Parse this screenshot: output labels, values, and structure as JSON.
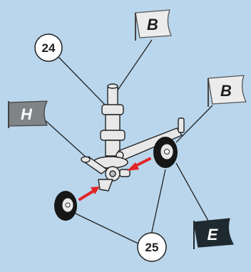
{
  "diagram": {
    "background_color": "#b9d6ec",
    "callouts": [
      {
        "id": "callout-24",
        "text": "24"
      },
      {
        "id": "callout-25",
        "text": "25"
      }
    ],
    "flags": [
      {
        "id": "flag-b-top",
        "text": "B",
        "style": "light"
      },
      {
        "id": "flag-b-right",
        "text": "B",
        "style": "light"
      },
      {
        "id": "flag-h",
        "text": "H",
        "style": "gray"
      },
      {
        "id": "flag-e",
        "text": "E",
        "style": "dark"
      }
    ],
    "colors": {
      "flag_light": "#ececec",
      "flag_gray": "#7f8487",
      "flag_dark": "#1f2a30",
      "arrow": "#e12626",
      "wheel": "#161616",
      "leader": "#222222",
      "part_fill": "#e8e8e8"
    }
  }
}
